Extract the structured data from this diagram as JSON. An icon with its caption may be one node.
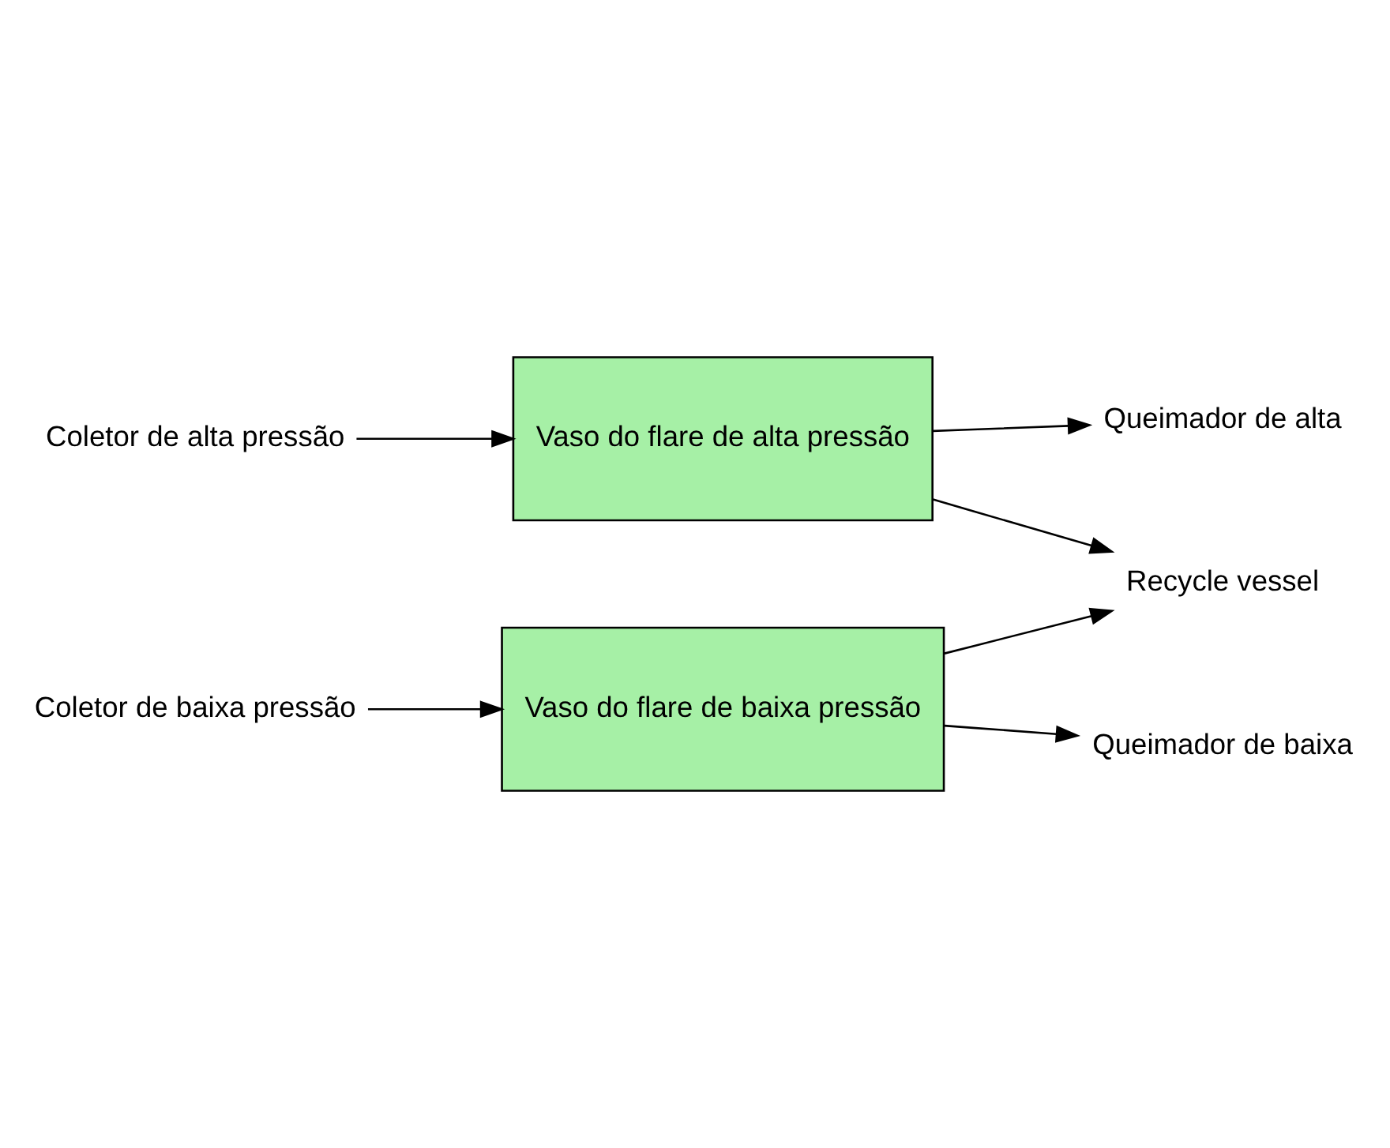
{
  "diagram": {
    "nodes": [
      {
        "text": [
          "Coletor de alta pressão"
        ]
      },
      {
        "text": [
          "Vaso do flare de alta pressão"
        ]
      },
      {
        "text": [
          "Queimador de alta"
        ]
      },
      {
        "text": [
          "Coletor de baixa pressão"
        ]
      },
      {
        "text": [
          "Vaso do flare de baixa pressão"
        ]
      },
      {
        "text": [
          "Queimador de baixa"
        ]
      },
      {
        "text": [
          "Recycle vessel"
        ]
      }
    ],
    "edges": [
      {
        "from": 0,
        "to": 1,
        "arrow": "to"
      },
      {
        "from": 1,
        "to": 2,
        "arrow": "to"
      },
      {
        "from": 1,
        "to": 6,
        "arrow": "to"
      },
      {
        "from": 3,
        "to": 4,
        "arrow": "to"
      },
      {
        "from": 4,
        "to": 5,
        "arrow": "to"
      },
      {
        "from": 4,
        "to": 6,
        "arrow": "to"
      }
    ]
  }
}
